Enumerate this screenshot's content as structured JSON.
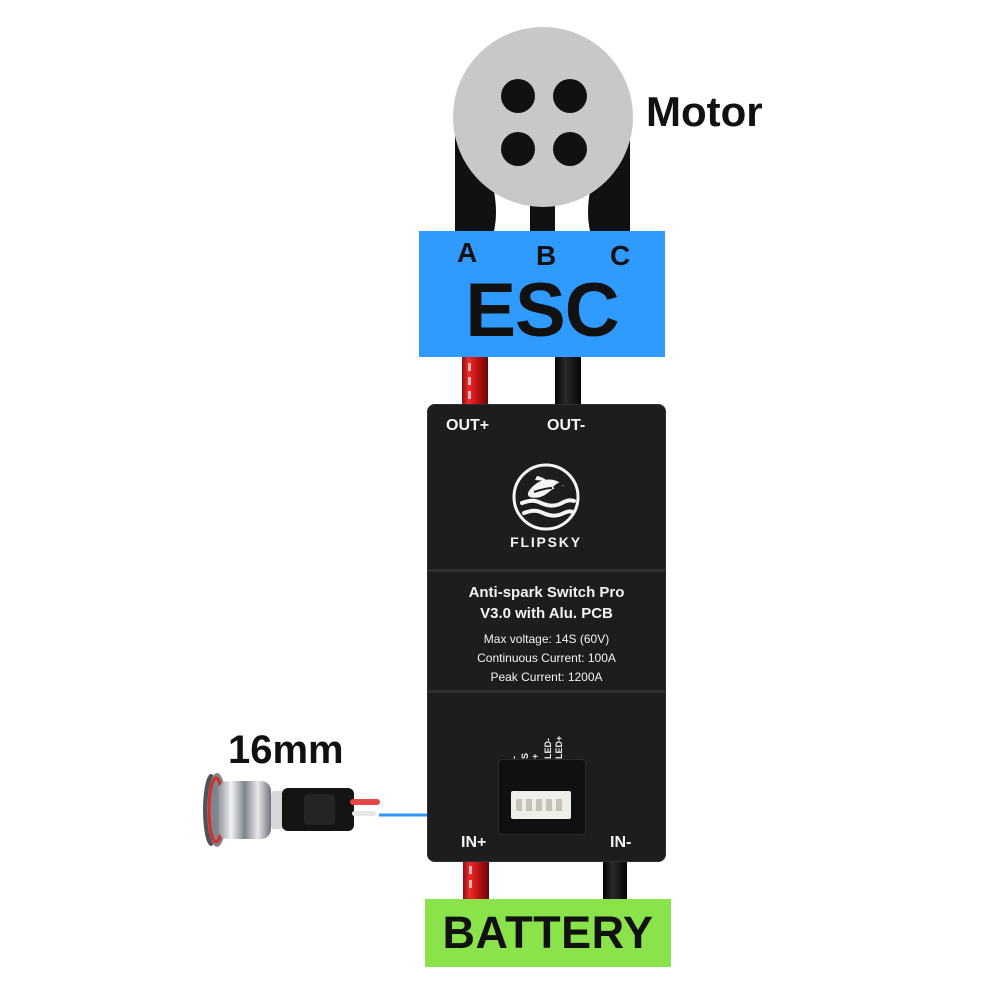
{
  "diagram": {
    "motor_label": "Motor",
    "size_label": "16mm",
    "esc": {
      "phase_a": "A",
      "phase_b": "B",
      "phase_c": "C",
      "title": "ESC"
    },
    "battery_label": "BATTERY",
    "device": {
      "out_plus": "OUT+",
      "out_minus": "OUT-",
      "brand": "FLIPSKY",
      "title": "Anti-spark Switch Pro",
      "subtitle": "V3.0 with Alu. PCB",
      "spec_voltage": "Max voltage: 14S (60V)",
      "spec_current": "Continuous Current: 100A",
      "spec_peak": "Peak Current: 1200A",
      "in_plus": "IN+",
      "in_minus": "IN-",
      "pin_1": "-",
      "pin_2": "S",
      "pin_3": "+",
      "pin_4": "LED-",
      "pin_5": "LED+"
    },
    "colors": {
      "motor_gray": "#c8c8c8",
      "esc_blue": "#2f9bff",
      "battery_green": "#8be34c",
      "wire_black": "#111111",
      "wire_red": "#e31919",
      "signal_blue": "#2e97ff",
      "device_black": "#1d1d1e"
    },
    "icons": {
      "logo": "dolphin-wave-logo",
      "switch": "push-button-switch-icon",
      "connector": "jst-connector-icon"
    }
  }
}
